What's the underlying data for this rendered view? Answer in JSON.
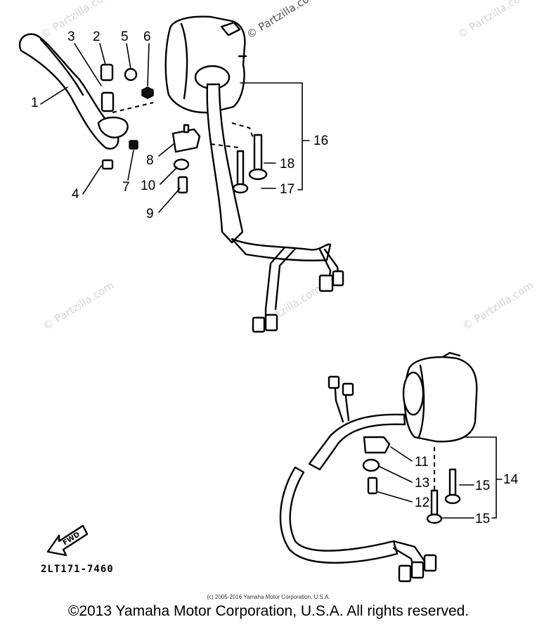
{
  "watermark": "© Partzilla.com",
  "fwd_arrow_label": "FWD",
  "diagram_code": "2LT171-7460",
  "small_copyright": "(c) 2005-2016 Yamaha Motor Corporation, U.S.A.",
  "footer_copyright": "©2013 Yamaha Motor Corporation, U.S.A. All rights reserved.",
  "callouts": {
    "c1": "1",
    "c2": "2",
    "c3": "3",
    "c4": "4",
    "c5": "5",
    "c6": "6",
    "c7": "7",
    "c8": "8",
    "c9": "9",
    "c10": "10",
    "c11": "11",
    "c12": "12",
    "c13": "13",
    "c14": "14",
    "c15a": "15",
    "c15b": "15",
    "c16": "16",
    "c17": "17",
    "c18": "18"
  }
}
